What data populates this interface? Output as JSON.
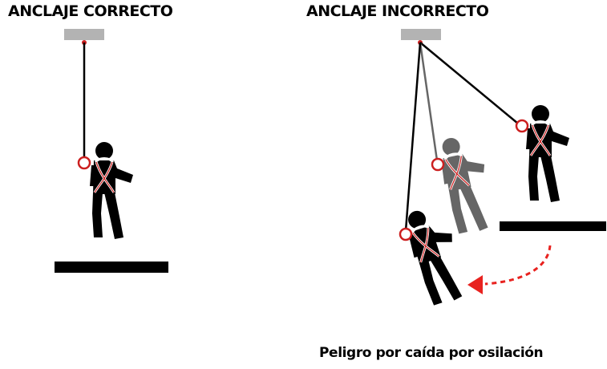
{
  "panels": {
    "correct": {
      "title": "ANCLAJE CORRECTO"
    },
    "incorrect": {
      "title": "ANCLAJE INCORRECTO"
    }
  },
  "caption": "Peligro por caída por osilación",
  "colors": {
    "anchor_plate": "#b3b3b3",
    "figure": "#000000",
    "ghost_figure": "#666666",
    "harness": "#cc1f1f",
    "arrow": "#e8221f",
    "platform": "#000000"
  }
}
